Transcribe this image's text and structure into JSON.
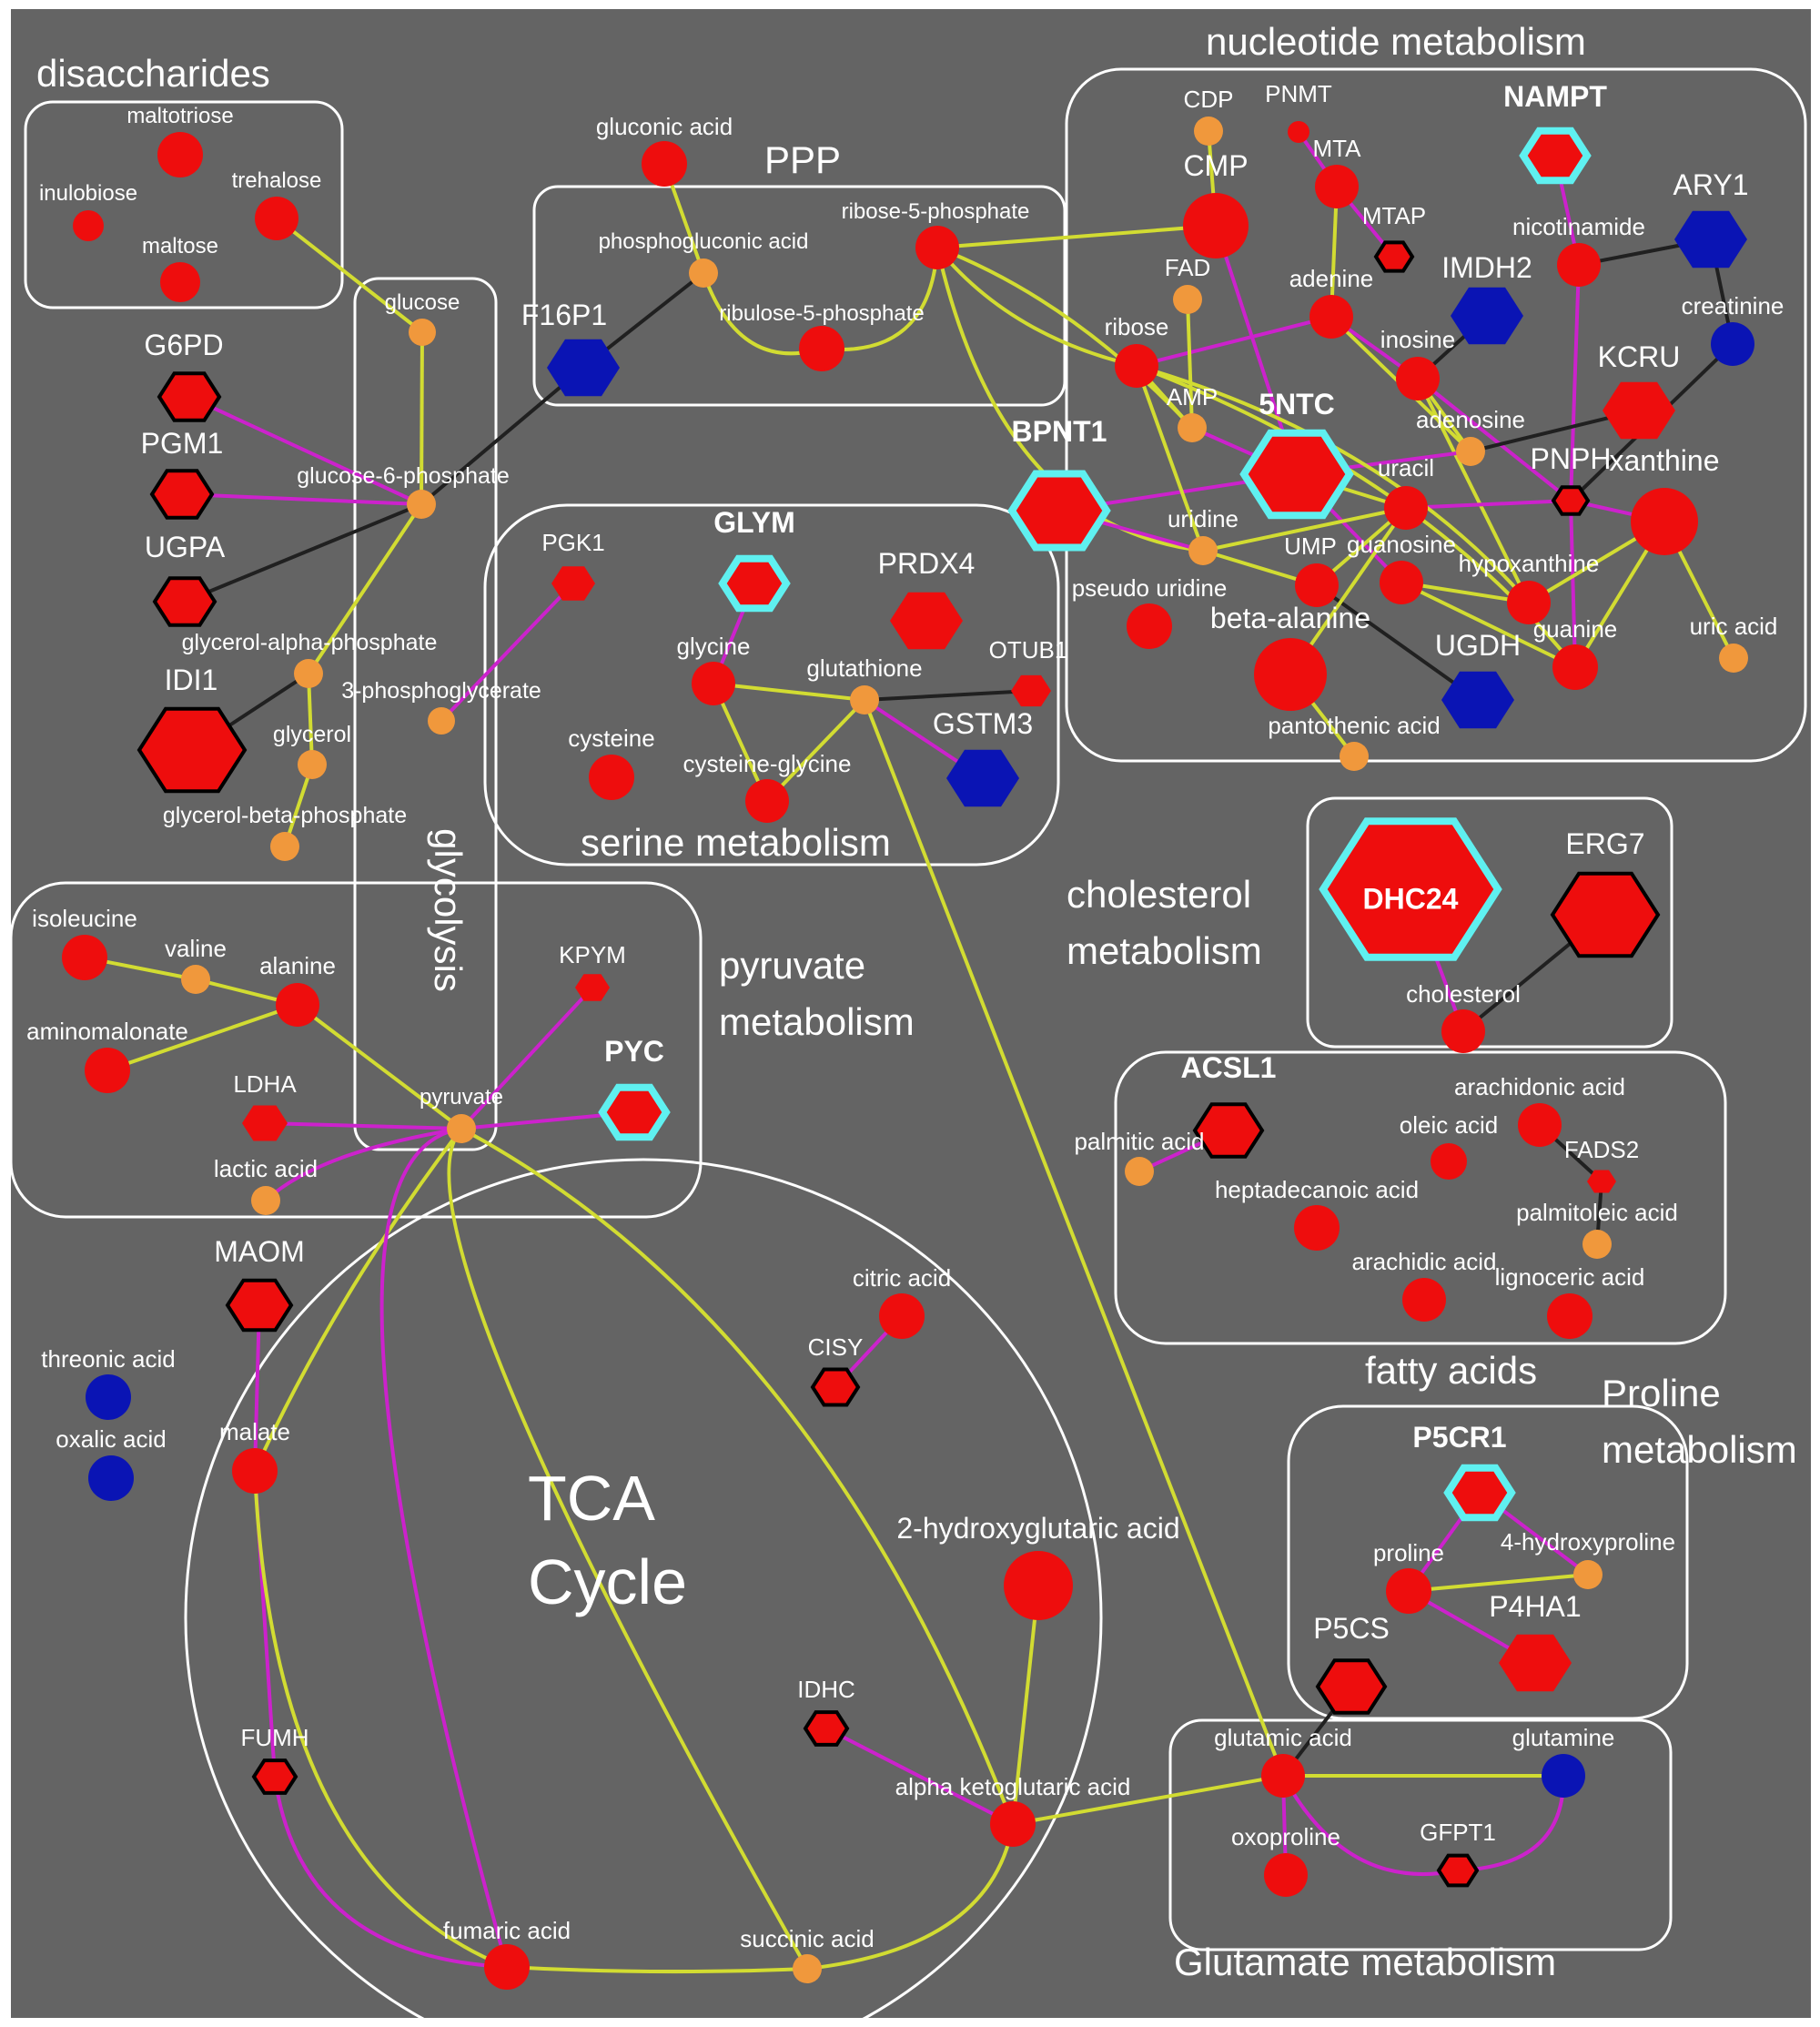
{
  "colors": {
    "background": "#646464",
    "metabolite_up": "#ee0d0d",
    "metabolite_small": "#f0983c",
    "decreased": "#0a14b4",
    "highlight_outline": "#5ff0f0",
    "edge_metabolic": "#d2dc32",
    "edge_enzyme": "#cc22cc",
    "edge_other": "#202020",
    "label_text": "#ffffff"
  },
  "groups": {
    "disaccharides": "disaccharides",
    "ppp": "PPP",
    "nucleotide": "nucleotide metabolism",
    "glycolysis": "glycolysis",
    "serine": "serine metabolism",
    "pyruvate": "pyruvate metabolism",
    "tca": "TCA Cycle",
    "cholesterol": "cholesterol metabolism",
    "fatty": "fatty acids",
    "proline": "Proline metabolism",
    "glutamate": "Glutamate metabolism"
  },
  "nodes": {
    "maltotriose": "maltotriose",
    "inulobiose": "inulobiose",
    "trehalose": "trehalose",
    "maltose": "maltose",
    "glucose": "glucose",
    "gluconic_acid": "gluconic acid",
    "phosphogluconic_acid": "phosphogluconic acid",
    "ribose5p": "ribose-5-phosphate",
    "ribulose5p": "ribulose-5-phosphate",
    "F16P1": "F16P1",
    "G6PD": "G6PD",
    "PGM1": "PGM1",
    "UGPA": "UGPA",
    "IDI1": "IDI1",
    "glucose6p": "glucose-6-phosphate",
    "glycerol_alpha_p": "glycerol-alpha-phosphate",
    "glycerol": "glycerol",
    "glycerol_beta_p": "glycerol-beta-phosphate",
    "pg3": "3-phosphoglycerate",
    "PGK1": "PGK1",
    "GLYM": "GLYM",
    "PRDX4": "PRDX4",
    "glycine": "glycine",
    "glutathione": "glutathione",
    "OTUB1": "OTUB1",
    "GSTM3": "GSTM3",
    "cysteine": "cysteine",
    "cysteine_glycine": "cysteine-glycine",
    "CDP": "CDP",
    "PNMT": "PNMT",
    "NAMPT": "NAMPT",
    "CMP": "CMP",
    "MTA": "MTA",
    "MTAP": "MTAP",
    "ARY1": "ARY1",
    "nicotinamide": "nicotinamide",
    "FAD": "FAD",
    "adenine": "adenine",
    "IMDH2": "IMDH2",
    "creatinine": "creatinine",
    "ribose": "ribose",
    "inosine": "inosine",
    "KCRU": "KCRU",
    "AMP": "AMP",
    "NTC5": "5NTC",
    "adenosine": "adenosine",
    "BPNT1": "BPNT1",
    "PNPH": "PNPH",
    "xanthine": "xanthine",
    "uracil": "uracil",
    "uridine": "uridine",
    "UMP": "UMP",
    "guanosine": "guanosine",
    "hypoxanthine": "hypoxanthine",
    "pseudo_uridine": "pseudo uridine",
    "beta_alanine": "beta-alanine",
    "guanine": "guanine",
    "uric_acid": "uric acid",
    "UGDH": "UGDH",
    "pantothenic_acid": "pantothenic acid",
    "DHC24": "DHC24",
    "ERG7": "ERG7",
    "cholesterol": "cholesterol",
    "ACSL1": "ACSL1",
    "arachidonic_acid": "arachidonic acid",
    "palmitic_acid": "palmitic acid",
    "oleic_acid": "oleic acid",
    "FADS2": "FADS2",
    "heptadecanoic_acid": "heptadecanoic acid",
    "palmitoleic_acid": "palmitoleic acid",
    "arachidic_acid": "arachidic acid",
    "lignoceric_acid": "lignoceric acid",
    "isoleucine": "isoleucine",
    "valine": "valine",
    "alanine": "alanine",
    "aminomalonate": "aminomalonate",
    "KPYM": "KPYM",
    "PYC": "PYC",
    "LDHA": "LDHA",
    "pyruvate": "pyruvate",
    "lactic_acid": "lactic acid",
    "MAOM": "MAOM",
    "threonic_acid": "threonic acid",
    "oxalic_acid": "oxalic acid",
    "citric_acid": "citric acid",
    "CISY": "CISY",
    "malate": "malate",
    "hydroxyglutaric": "2-hydroxyglutaric acid",
    "IDHC": "IDHC",
    "FUMH": "FUMH",
    "akg": "alpha ketoglutaric acid",
    "fumaric_acid": "fumaric acid",
    "succinic_acid": "succinic acid",
    "P5CR1": "P5CR1",
    "proline": "proline",
    "hydroxyproline": "4-hydroxyproline",
    "P4HA1": "P4HA1",
    "P5CS": "P5CS",
    "glutamic_acid": "glutamic acid",
    "glutamine": "glutamine",
    "oxoproline": "oxoproline",
    "GFPT1": "GFPT1"
  }
}
